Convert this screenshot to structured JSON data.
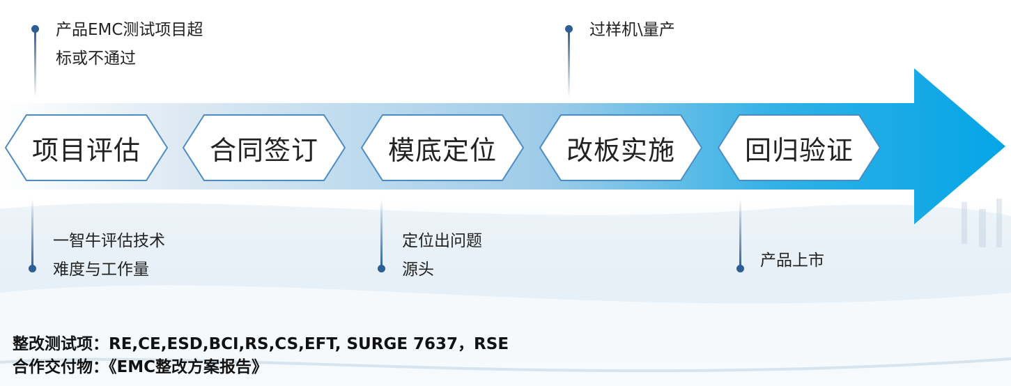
{
  "steps": [
    {
      "label": "项目评估"
    },
    {
      "label": "合同签订"
    },
    {
      "label": "模底定位"
    },
    {
      "label": "改板实施"
    },
    {
      "label": "回归验证"
    }
  ],
  "notes_top": [
    {
      "line1": "产品EMC测试项目超",
      "line2": "标或不通过"
    },
    {
      "line1": "过样机\\量产",
      "line2": ""
    }
  ],
  "notes_bottom": [
    {
      "line1": "一智牛评估技术",
      "line2": "难度与工作量"
    },
    {
      "line1": "定位出问题",
      "line2": "源头"
    },
    {
      "line1": "产品上市",
      "line2": ""
    }
  ],
  "footer": {
    "line1": "整改测试项：RE,CE,ESD,BCI,RS,CS,EFT, SURGE 7637，RSE",
    "line2": "合作交付物：《EMC整改方案报告》"
  },
  "colors": {
    "arrow_start": "#ffffff",
    "arrow_mid": "#bcd9ee",
    "arrow_end": "#0aa6e6",
    "hex_border": "#4a8cc4",
    "dot": "#2d5e96"
  }
}
